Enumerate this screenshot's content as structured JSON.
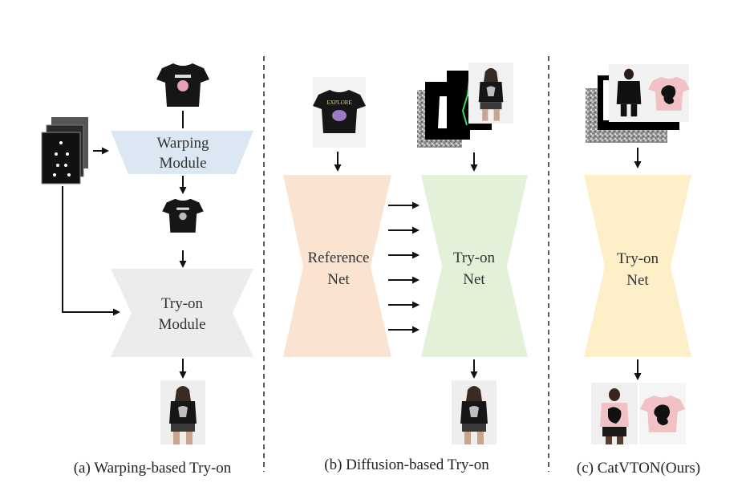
{
  "colors": {
    "warping": "#dbe7f3",
    "tryon_gray": "#ececec",
    "reference": "#fbe3d2",
    "tryon_green": "#e3f1d9",
    "catvton": "#fdf0c8",
    "arrow": "#111111",
    "divider": "#333333"
  },
  "panels": {
    "a": {
      "caption": "(a) Warping-based Try-on",
      "warping_line1": "Warping",
      "warping_line2": "Module",
      "tryon_line1": "Try-on",
      "tryon_line2": "Module"
    },
    "b": {
      "caption": "(b) Diffusion-based Try-on",
      "reference_line1": "Reference",
      "reference_line2": "Net",
      "tryon_line1": "Try-on",
      "tryon_line2": "Net",
      "tshirt_print": "EXPLORE"
    },
    "c": {
      "caption": "(c) CatVTON(Ours)",
      "tryon_line1": "Try-on",
      "tryon_line2": "Net"
    }
  }
}
